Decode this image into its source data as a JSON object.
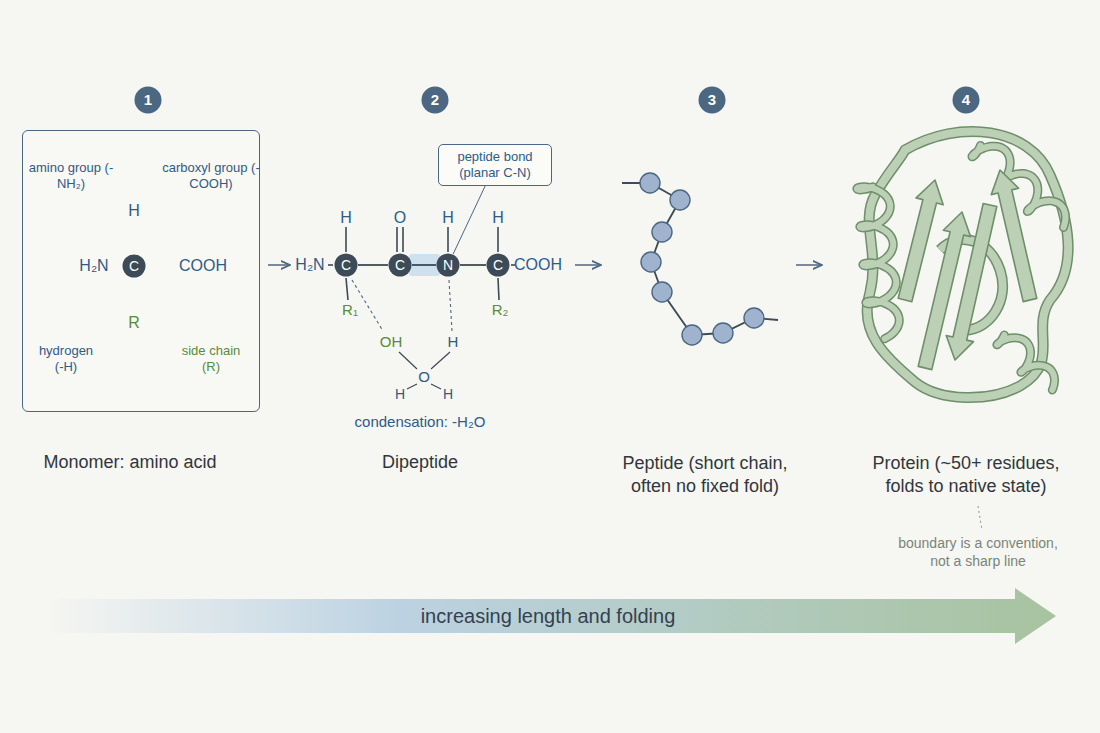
{
  "diagram": {
    "nodes": [
      {
        "text": [
          "1"
        ]
      },
      {
        "text": [
          "2"
        ]
      },
      {
        "text": [
          "3"
        ]
      },
      {
        "text": [
          "4"
        ]
      },
      {
        "text": [
          "amino group (-NH₂)",
          "carboxyl group (-COOH)",
          "H",
          "H₂N",
          "COOH",
          "R",
          "hydrogen (-H)",
          "side chain (R)"
        ]
      },
      {
        "text": [
          "C"
        ],
        "in": 4
      },
      {
        "text": [
          "peptide bond (planar C-N)"
        ]
      },
      {
        "text": [
          "C"
        ]
      },
      {
        "text": [
          "C"
        ]
      },
      {
        "text": [
          "N"
        ]
      },
      {
        "text": [
          "C"
        ]
      }
    ],
    "edges": [
      {
        "from": 7,
        "to": 8,
        "arrow": "none"
      },
      {
        "from": 8,
        "to": 9,
        "arrow": "none"
      },
      {
        "from": 9,
        "to": 10,
        "arrow": "none"
      },
      {
        "from": 6,
        "to": 9,
        "arrow": "none"
      }
    ],
    "labels": [
      "Monomer: amino acid",
      "H₂N",
      "H",
      "O",
      "H",
      "H",
      "COOH",
      "R₁",
      "R₂",
      "OH",
      "H",
      "H",
      "O",
      "H",
      "condensation: -H₂O",
      "Dipeptide",
      "Peptide (short chain, often no fixed fold)",
      "Protein (~50+ residues, folds to native state)",
      "boundary is a convention, not a sharp line",
      "increasing length and folding"
    ]
  }
}
